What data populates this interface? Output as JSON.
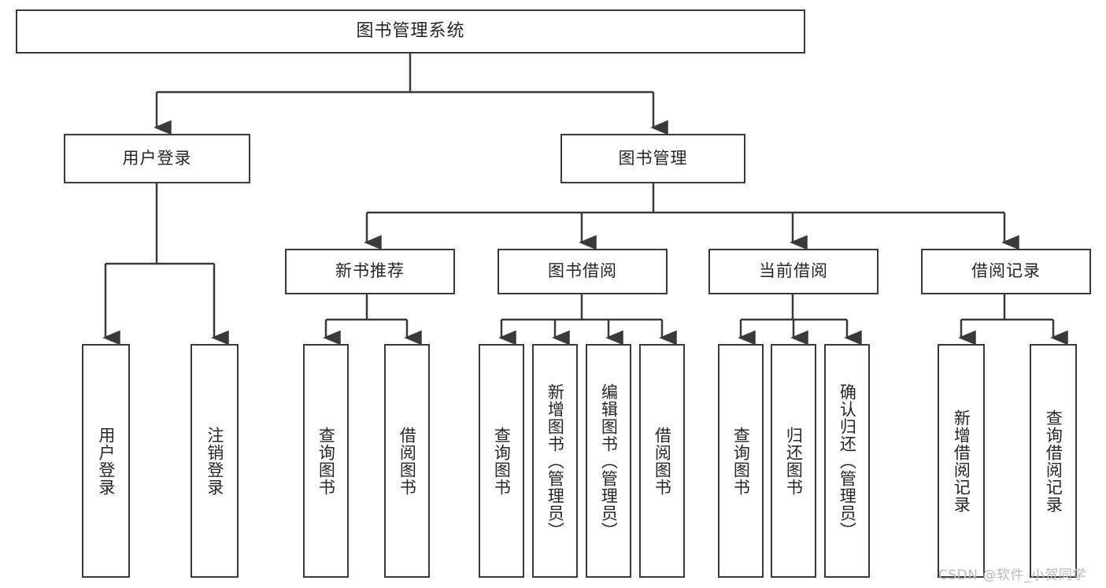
{
  "diagram": {
    "title": "图书管理系统",
    "type": "tree",
    "orientation": "top-down",
    "colors": {
      "box_border": "#3a3a3a",
      "box_fill": "#ffffff",
      "connector": "#3a3a3a",
      "text": "#262626",
      "watermark": "#b9b9b9",
      "background": "#ffffff"
    }
  },
  "nodes": {
    "root": {
      "label": "图书管理系统"
    },
    "level2": [
      {
        "id": "user-login",
        "label": "用户登录"
      },
      {
        "id": "book-management",
        "label": "图书管理"
      }
    ],
    "level3": [
      {
        "id": "new-book-recommend",
        "label": "新书推荐"
      },
      {
        "id": "book-borrow",
        "label": "图书借阅"
      },
      {
        "id": "current-borrow",
        "label": "当前借阅"
      },
      {
        "id": "borrow-record",
        "label": "借阅记录"
      }
    ],
    "leaves": {
      "user-login": [
        {
          "id": "leaf-user-login",
          "label": "用户登录"
        },
        {
          "id": "leaf-logout-login",
          "label": "注销登录"
        }
      ],
      "new-book-recommend": [
        {
          "id": "leaf-query-book-1",
          "label": "查询图书"
        },
        {
          "id": "leaf-borrow-book-1",
          "label": "借阅图书"
        }
      ],
      "book-borrow": [
        {
          "id": "leaf-query-book-2",
          "label": "查询图书"
        },
        {
          "id": "leaf-add-book-admin",
          "label": "新增图书（管理员）"
        },
        {
          "id": "leaf-edit-book-admin",
          "label": "编辑图书（管理员）"
        },
        {
          "id": "leaf-borrow-book-2",
          "label": "借阅图书"
        }
      ],
      "current-borrow": [
        {
          "id": "leaf-query-book-3",
          "label": "查询图书"
        },
        {
          "id": "leaf-return-book",
          "label": "归还图书"
        },
        {
          "id": "leaf-confirm-return-admin",
          "label": "确认归还（管理员）"
        }
      ],
      "borrow-record": [
        {
          "id": "leaf-add-borrow-record",
          "label": "新增借阅记录"
        },
        {
          "id": "leaf-query-borrow-record",
          "label": "查询借阅记录"
        }
      ]
    }
  },
  "watermark": {
    "text": "CSDN @软件_小贺同学"
  }
}
